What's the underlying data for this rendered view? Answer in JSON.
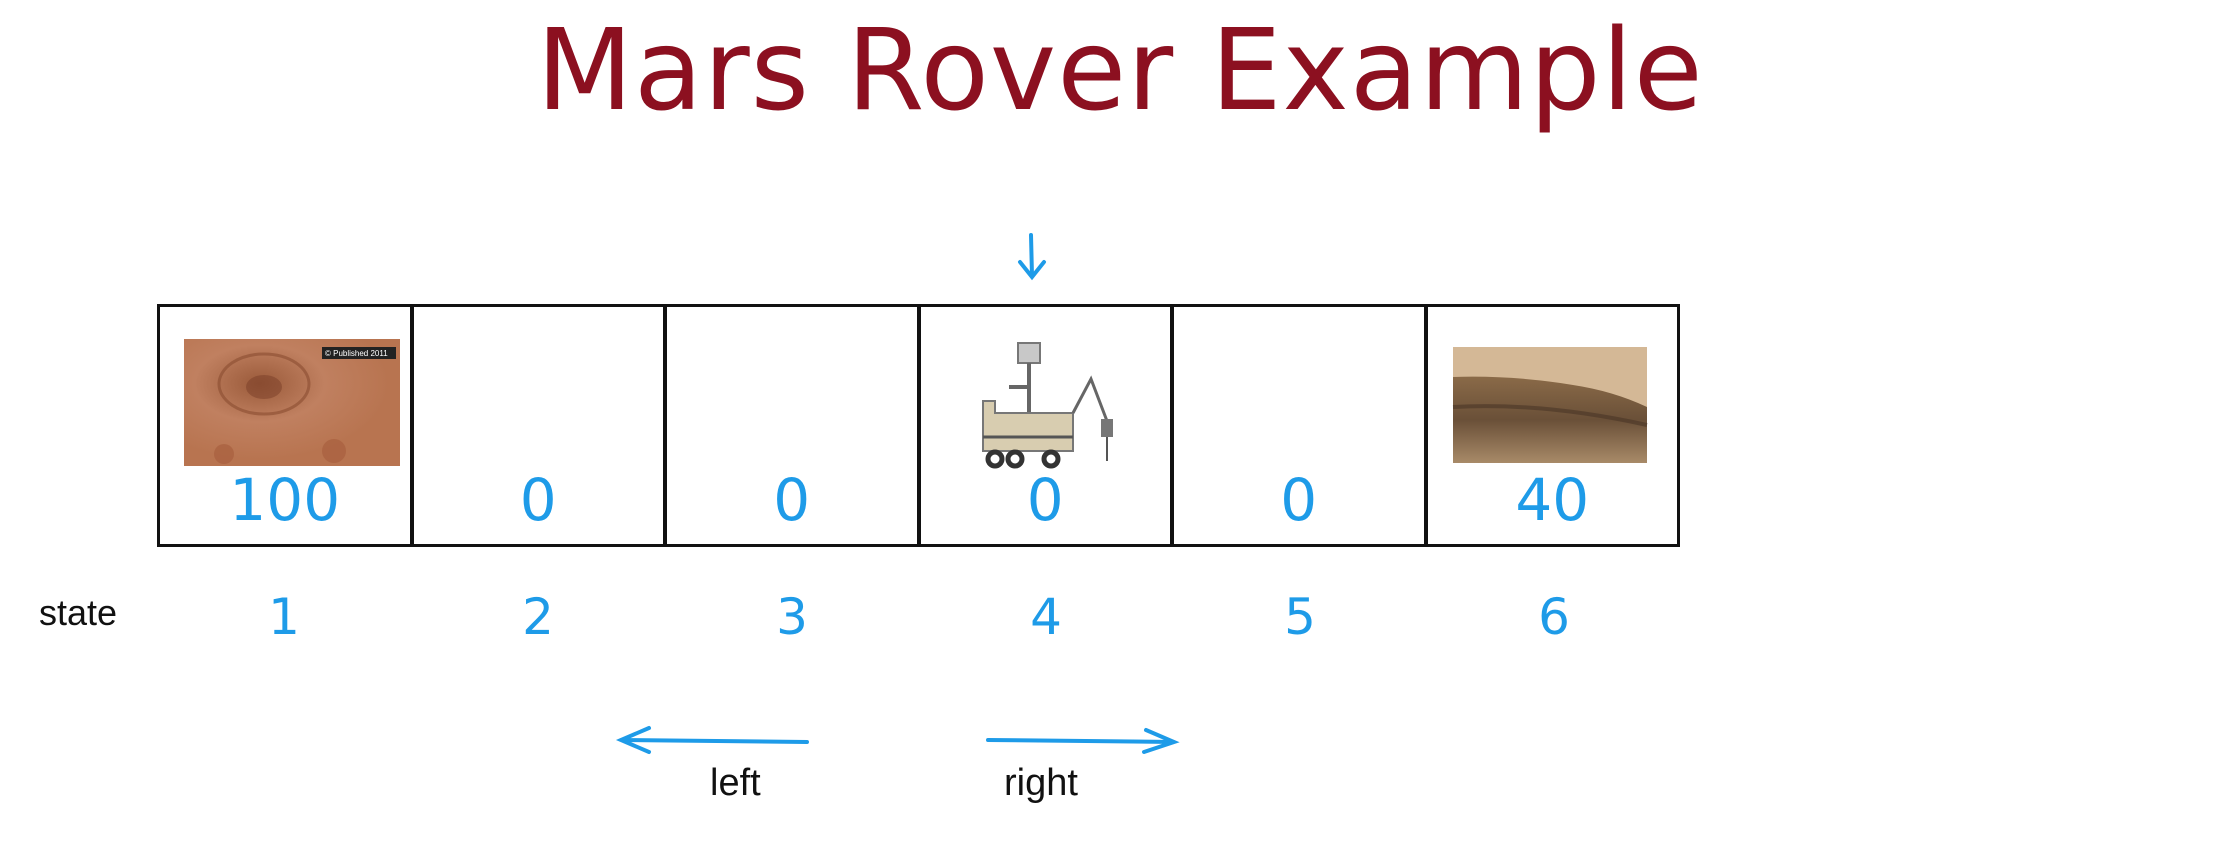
{
  "title": "Mars Rover Example",
  "cells": [
    {
      "state": "1",
      "reward": "100",
      "image": "mars-crater-photo",
      "image_caption": "© Published 2011"
    },
    {
      "state": "2",
      "reward": "0"
    },
    {
      "state": "3",
      "reward": "0"
    },
    {
      "state": "4",
      "reward": "0",
      "image": "rover-illustration",
      "current": true
    },
    {
      "state": "5",
      "reward": "0"
    },
    {
      "state": "6",
      "reward": "40",
      "image": "mars-landscape-photo"
    }
  ],
  "state_label": "state",
  "actions": {
    "left": "left",
    "right": "right"
  },
  "colors": {
    "title": "#8c1020",
    "annotation": "#1e9be8"
  }
}
